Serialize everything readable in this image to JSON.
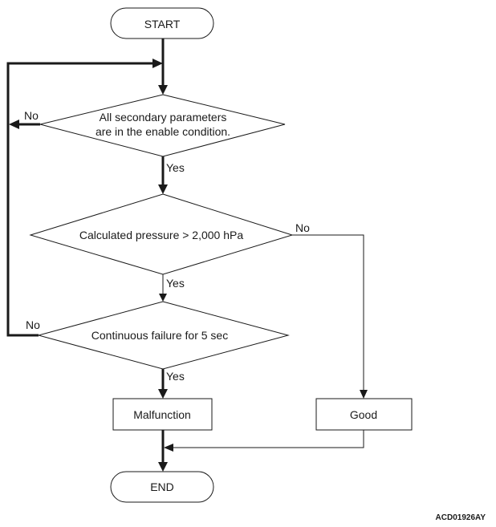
{
  "flowchart": {
    "nodes": {
      "start": "START",
      "check_enable": [
        "All secondary parameters",
        "are in the enable condition."
      ],
      "check_pressure": "Calculated pressure > 2,000 hPa",
      "check_continuous": "Continuous failure for 5 sec",
      "malfunction": "Malfunction",
      "good": "Good",
      "end": "END"
    },
    "edge_labels": {
      "enable_no": "No",
      "enable_yes": "Yes",
      "pressure_no": "No",
      "pressure_yes": "Yes",
      "continuous_no": "No",
      "continuous_yes": "Yes"
    }
  },
  "figure_code": "ACD01926AY"
}
